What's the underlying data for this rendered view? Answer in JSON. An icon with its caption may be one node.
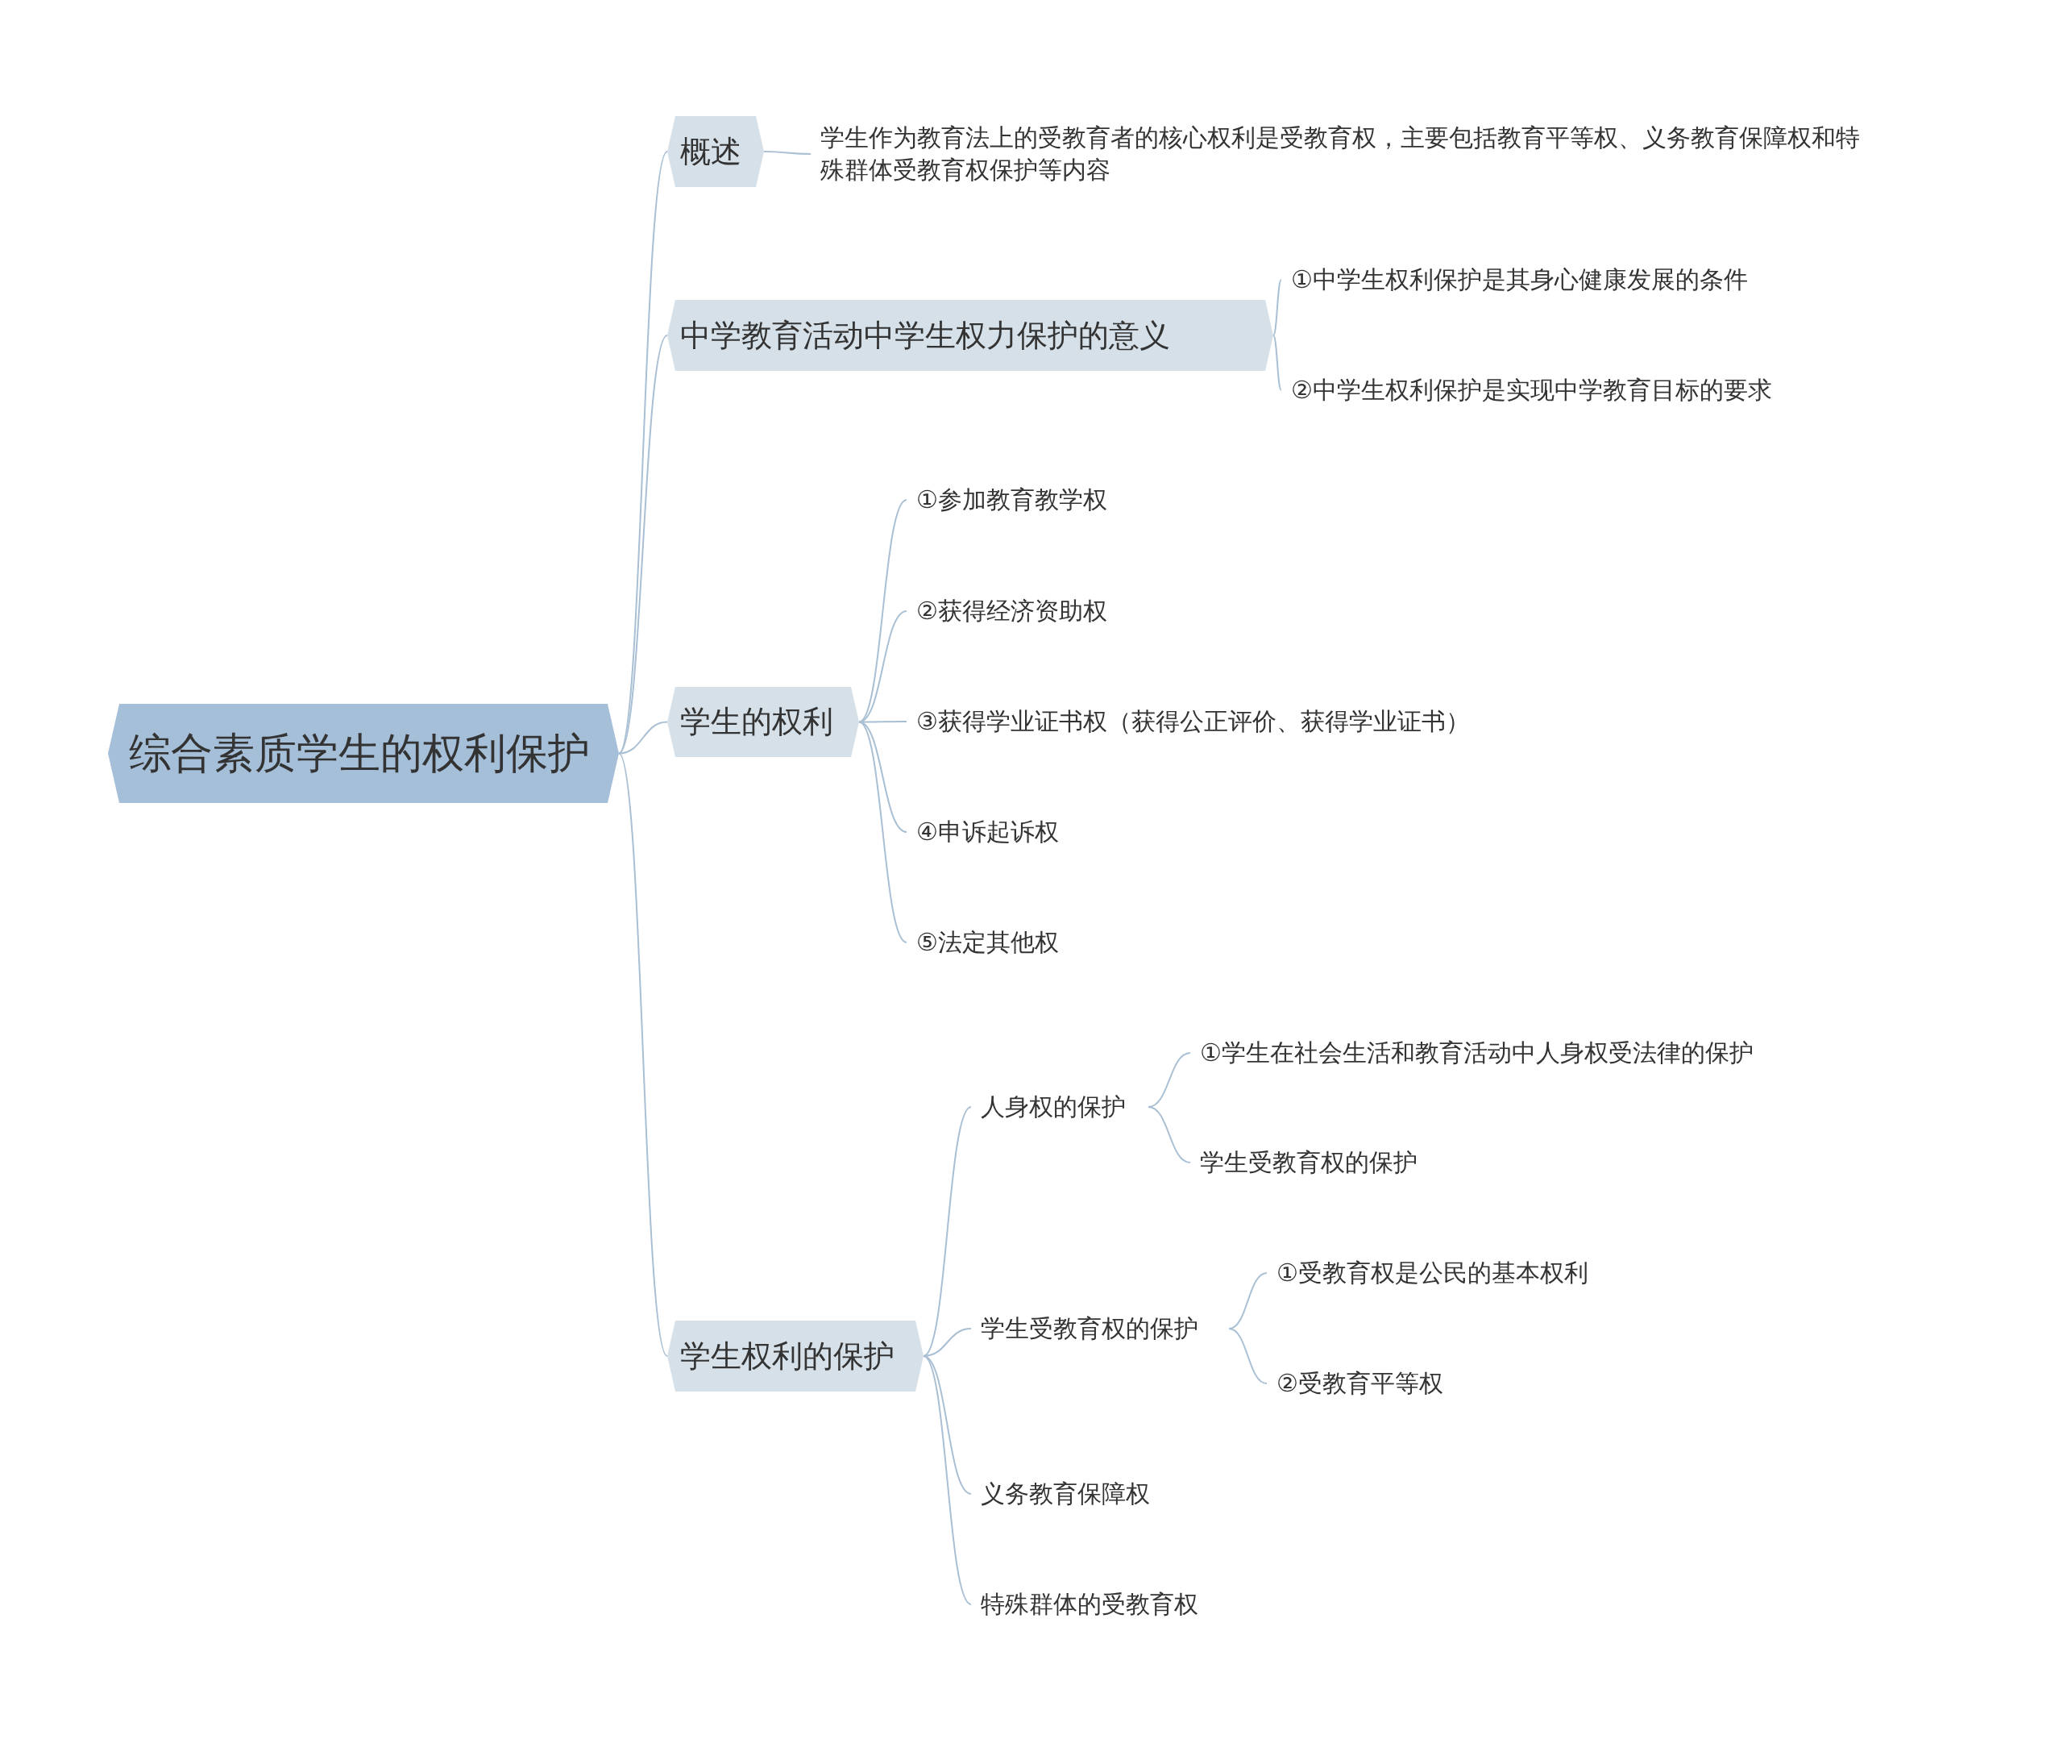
{
  "diagram": {
    "nodes": [
      {
        "text": [
          "综合素质学生的权利保护"
        ]
      },
      {
        "text": [
          "概述"
        ]
      },
      {
        "text": [
          "学生作为教育法上的受教育者的核心权利是受教育权，主要包括教育平等权、义务教育保障权和特殊群体受教育权保护等内容"
        ]
      },
      {
        "text": [
          "中学教育活动中学生权力保护的意义"
        ]
      },
      {
        "text": [
          "①中学生权利保护是其身心健康发展的条件"
        ]
      },
      {
        "text": [
          "②中学生权利保护是实现中学教育目标的要求"
        ]
      },
      {
        "text": [
          "学生的权利"
        ]
      },
      {
        "text": [
          "①参加教育教学权"
        ]
      },
      {
        "text": [
          "②获得经济资助权"
        ]
      },
      {
        "text": [
          "③获得学业证书权（获得公正评价、获得学业证书）"
        ]
      },
      {
        "text": [
          "④申诉起诉权"
        ]
      },
      {
        "text": [
          "⑤法定其他权"
        ]
      },
      {
        "text": [
          "学生权利的保护"
        ]
      },
      {
        "text": [
          "人身权的保护"
        ]
      },
      {
        "text": [
          "①学生在社会生活和教育活动中人身权受法律的保护"
        ]
      },
      {
        "text": [
          "学生受教育权的保护"
        ]
      },
      {
        "text": [
          "学生受教育权的保护"
        ]
      },
      {
        "text": [
          "①受教育权是公民的基本权利"
        ]
      },
      {
        "text": [
          "②受教育平等权"
        ]
      },
      {
        "text": [
          "义务教育保障权"
        ]
      },
      {
        "text": [
          "特殊群体的受教育权"
        ]
      }
    ],
    "edges": [
      {
        "from": 0,
        "to": 1,
        "arrow": "none"
      },
      {
        "from": 0,
        "to": 3,
        "arrow": "none"
      },
      {
        "from": 0,
        "to": 6,
        "arrow": "none"
      },
      {
        "from": 0,
        "to": 12,
        "arrow": "none"
      },
      {
        "from": 1,
        "to": 2,
        "arrow": "none"
      },
      {
        "from": 3,
        "to": 4,
        "arrow": "none"
      },
      {
        "from": 3,
        "to": 5,
        "arrow": "none"
      },
      {
        "from": 6,
        "to": 7,
        "arrow": "none"
      },
      {
        "from": 6,
        "to": 8,
        "arrow": "none"
      },
      {
        "from": 6,
        "to": 9,
        "arrow": "none"
      },
      {
        "from": 6,
        "to": 10,
        "arrow": "none"
      },
      {
        "from": 6,
        "to": 11,
        "arrow": "none"
      },
      {
        "from": 12,
        "to": 13,
        "arrow": "none"
      },
      {
        "from": 12,
        "to": 16,
        "arrow": "none"
      },
      {
        "from": 12,
        "to": 19,
        "arrow": "none"
      },
      {
        "from": 12,
        "to": 20,
        "arrow": "none"
      },
      {
        "from": 13,
        "to": 14,
        "arrow": "none"
      },
      {
        "from": 13,
        "to": 15,
        "arrow": "none"
      },
      {
        "from": 16,
        "to": 17,
        "arrow": "none"
      },
      {
        "from": 16,
        "to": 18,
        "arrow": "none"
      }
    ]
  }
}
